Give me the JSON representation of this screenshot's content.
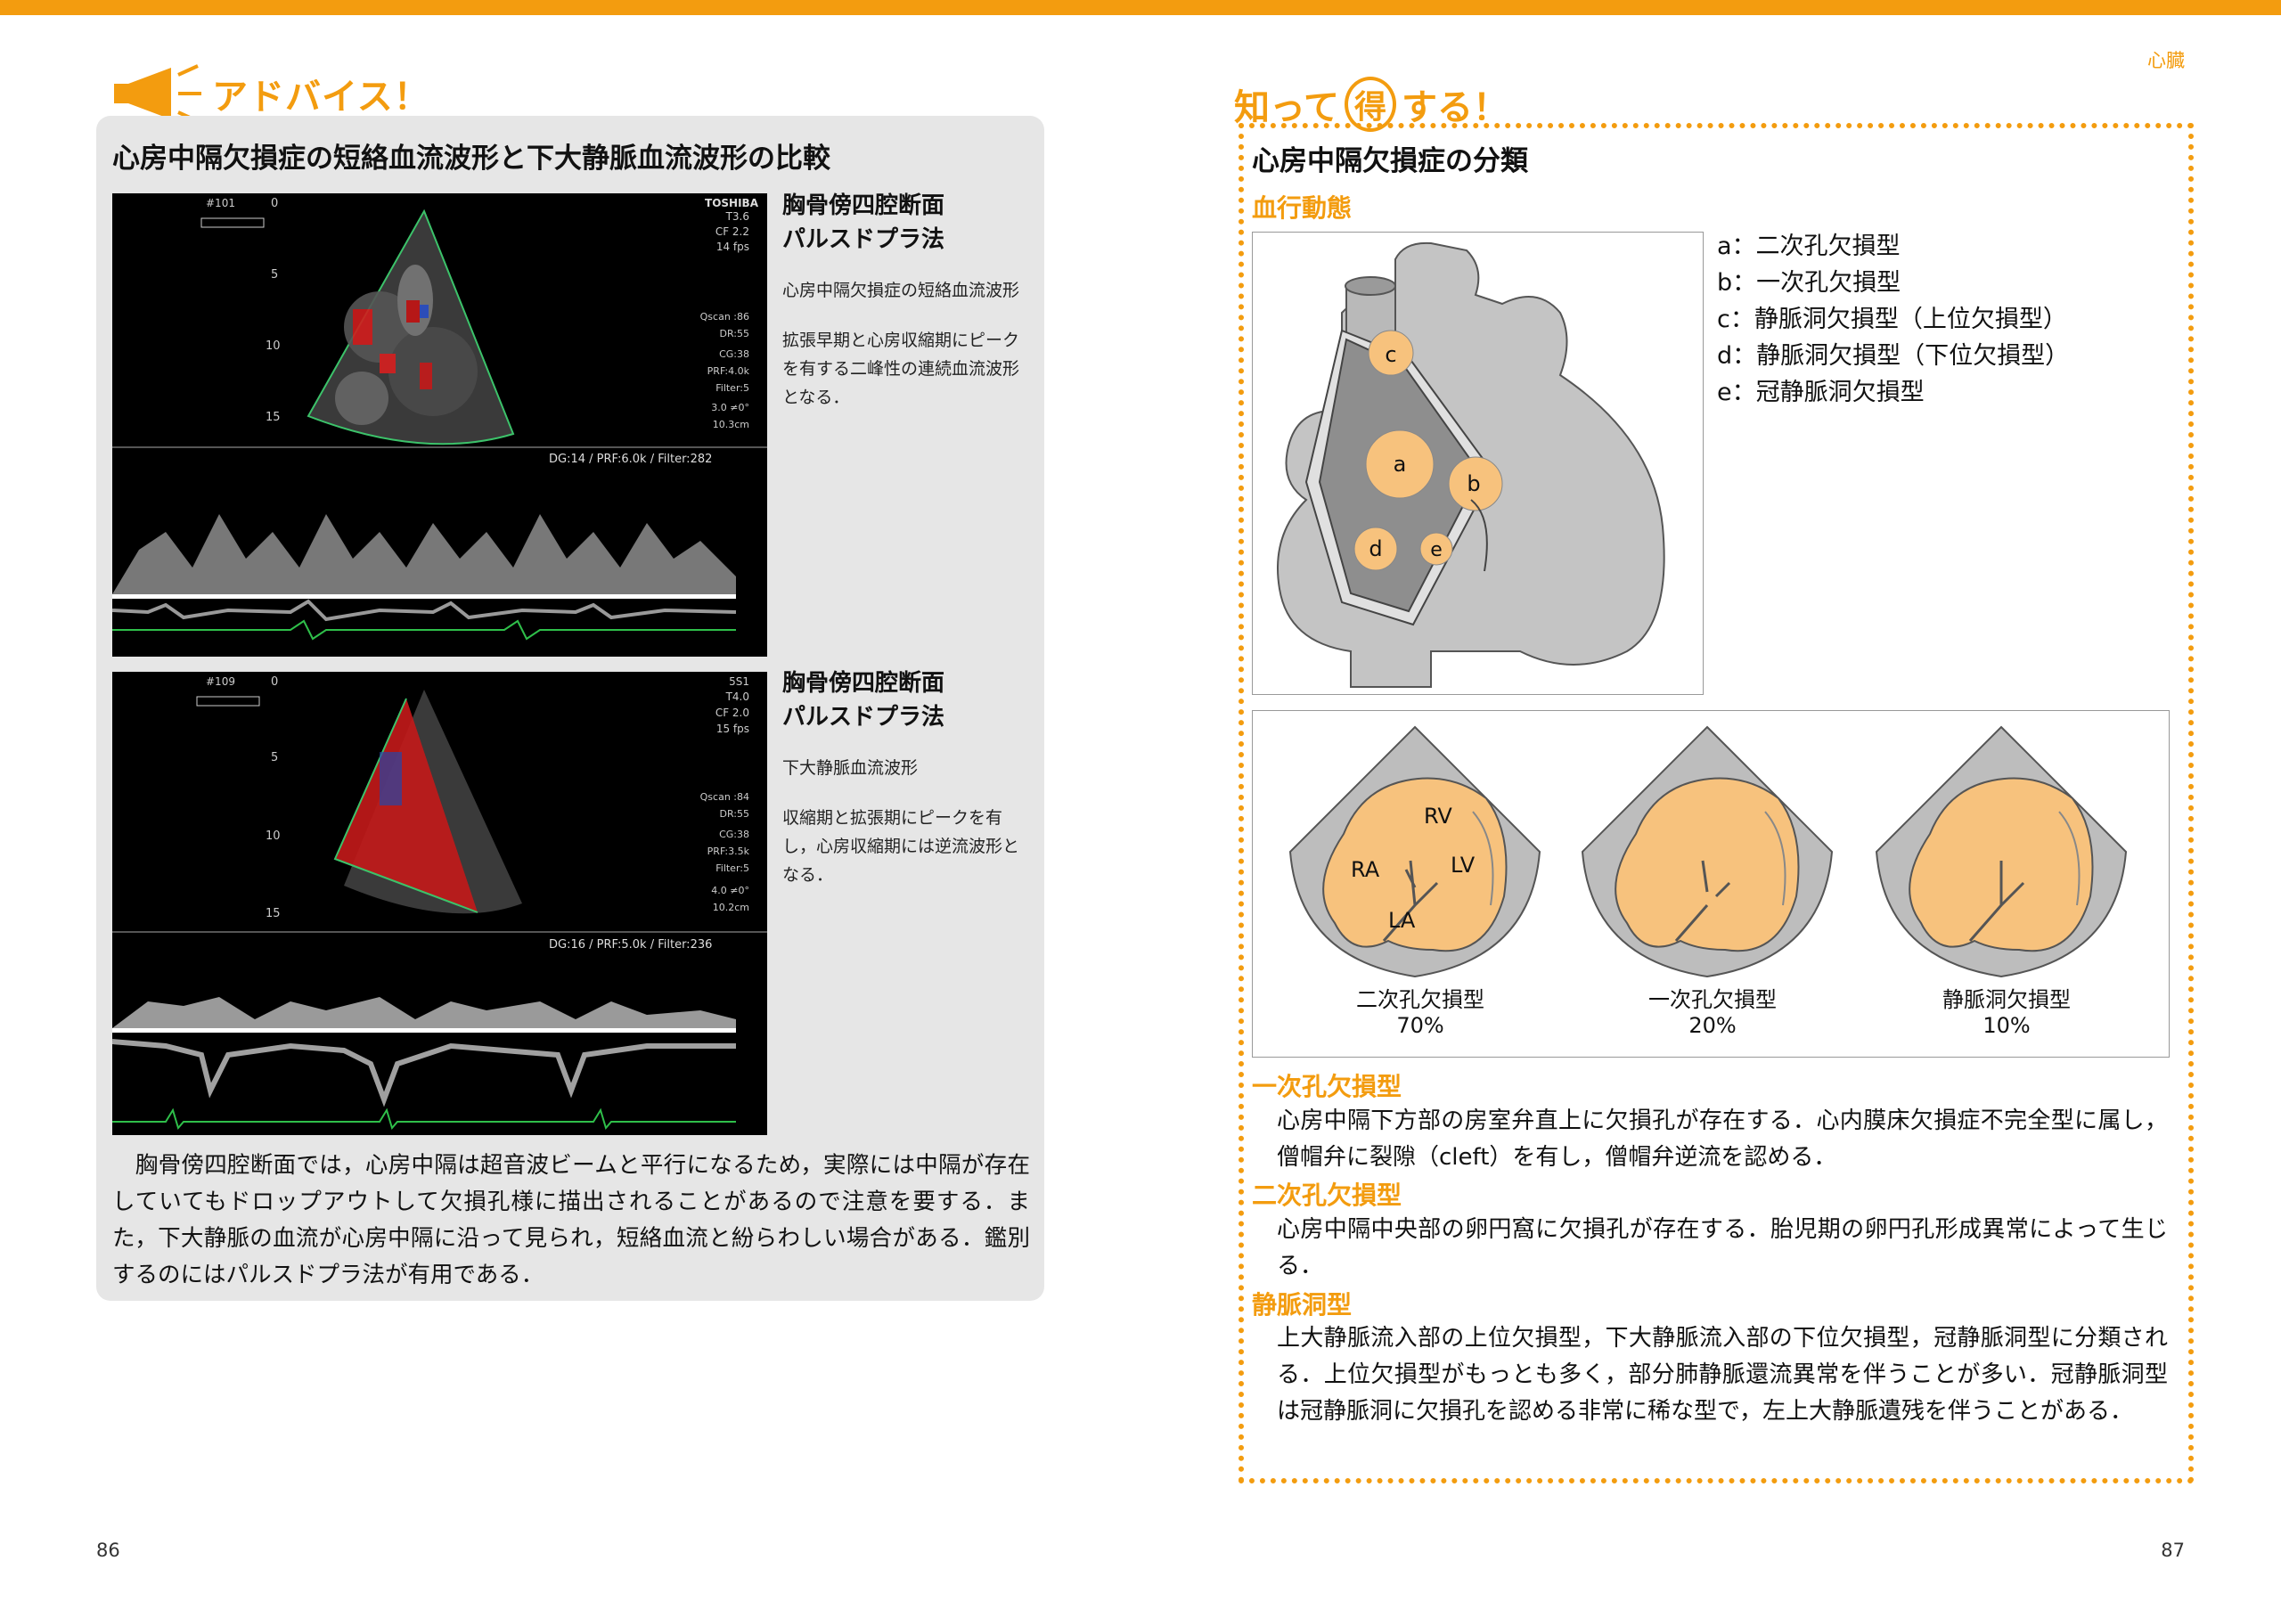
{
  "colors": {
    "accent": "#f39c0f",
    "chamber_fill": "#f7c27d",
    "gray_panel": "#e6e6e6"
  },
  "left_page": {
    "advice_label": "アドバイス！",
    "megaphone_icon": "megaphone-icon",
    "heading": "心房中隔欠損症の短絡血流波形と下大静脈血流波形の比較",
    "image1": {
      "frame": "#101",
      "brand": "TOSHIBA",
      "params": [
        "T3.6",
        "CF 2.2",
        "14 fps"
      ],
      "params2": [
        "Qscan :86",
        "DR:55",
        "CG:38",
        "PRF:4.0k",
        "Filter:5",
        "3.0  ≠0°",
        "10.3cm"
      ],
      "depths": [
        "0",
        "5",
        "10",
        "15"
      ],
      "doppler": "DG:14 /  PRF:6.0k / Filter:282",
      "caption_title": "胸骨傍四腔断面\nパルスドプラ法",
      "caption_body1": "心房中隔欠損症の短絡血流波形",
      "caption_body2": "拡張早期と心房収縮期にピークを有する二峰性の連続血流波形となる．"
    },
    "image2": {
      "frame": "#109",
      "brand": "5S1",
      "params": [
        "T4.0",
        "CF 2.0",
        "15 fps"
      ],
      "params2": [
        "Qscan :84",
        "DR:55",
        "CG:38",
        "PRF:3.5k",
        "Filter:5",
        "4.0  ≠0°",
        "10.2cm"
      ],
      "depths": [
        "0",
        "5",
        "10",
        "15"
      ],
      "doppler": "DG:16 /   PRF:5.0k / Filter:236",
      "caption_title": "胸骨傍四腔断面\nパルスドプラ法",
      "caption_body1": "下大静脈血流波形",
      "caption_body2": "収縮期と拡張期にピークを有し，心房収縮期には逆流波形となる．"
    },
    "paragraph": "　胸骨傍四腔断面では，心房中隔は超音波ビームと平行になるため，実際には中隔が存在していてもドロップアウトして欠損孔様に描出されることがあるので注意を要する．また，下大静脈の血流が心房中隔に沿って見られ，短絡血流と紛らわしい場合がある．鑑別するのにはパルスドプラ法が有用である．",
    "page_number": "86"
  },
  "right_page": {
    "section": "心臓",
    "tips_label_a": "知って",
    "tips_label_circled": "得",
    "tips_label_b": "する！",
    "heading": "心房中隔欠損症の分類",
    "sub_hemodynamics": "血行動態",
    "defect_labels": [
      "a",
      "b",
      "c",
      "d",
      "e"
    ],
    "legend": [
      "a：二次孔欠損型",
      "b：一次孔欠損型",
      "c：静脈洞欠損型（上位欠損型）",
      "d：静脈洞欠損型（下位欠損型）",
      "e：冠静脈洞欠損型"
    ],
    "chamber_labels": {
      "rv": "RV",
      "ra": "RA",
      "lv": "LV",
      "la": "LA"
    },
    "echo_types": [
      {
        "name": "二次孔欠損型",
        "pct": "70%"
      },
      {
        "name": "一次孔欠損型",
        "pct": "20%"
      },
      {
        "name": "静脈洞欠損型",
        "pct": "10%"
      }
    ],
    "sections": [
      {
        "title": "一次孔欠損型",
        "text": "心房中隔下方部の房室弁直上に欠損孔が存在する．心内膜床欠損症不完全型に属し，僧帽弁に裂隙（cleft）を有し，僧帽弁逆流を認める．"
      },
      {
        "title": "二次孔欠損型",
        "text": "心房中隔中央部の卵円窩に欠損孔が存在する．胎児期の卵円孔形成異常によって生じる．"
      },
      {
        "title": "静脈洞型",
        "text": "上大静脈流入部の上位欠損型，下大静脈流入部の下位欠損型，冠静脈洞型に分類される．上位欠損型がもっとも多く，部分肺静脈還流異常を伴うことが多い．冠静脈洞型は冠静脈洞に欠損孔を認める非常に稀な型で，左上大静脈遺残を伴うことがある．"
      }
    ],
    "page_number": "87"
  }
}
